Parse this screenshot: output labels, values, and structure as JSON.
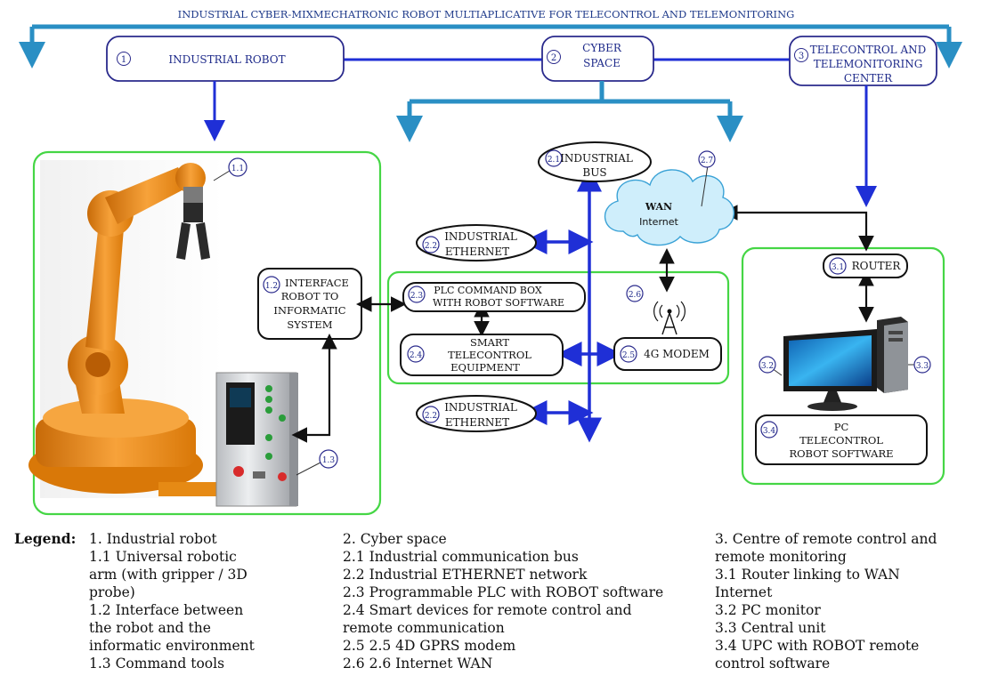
{
  "title": "INDUSTRIAL CYBER-MIXMECHATRONIC  ROBOT  MULTIAPLICATIVE FOR TELECONTROL AND TELEMONITORING",
  "colors": {
    "bus_blue": "#1f2fd6",
    "trunk_cyan": "#2a8fc4",
    "border_navy": "#2a2a8c",
    "frame_green": "#45d645",
    "robot_orange": "#f29018",
    "cloud": "#cfeefb"
  },
  "nodes": {
    "industrial_robot": {
      "num": "1",
      "label": "INDUSTRIAL ROBOT"
    },
    "cyber_space": {
      "num": "2",
      "line1": "CYBER",
      "line2": "SPACE"
    },
    "telecontrol_center": {
      "num": "3",
      "line1": "TELECONTROL AND",
      "line2": "TELEMONITORING",
      "line3": "CENTER"
    },
    "industrial_bus": {
      "num": "2.1",
      "line1": "INDUSTRIAL",
      "line2": "BUS"
    },
    "wan": {
      "num": "2.7",
      "line1": "WAN",
      "line2": "Internet"
    },
    "eth_top": {
      "num": "2.2",
      "line1": "INDUSTRIAL",
      "line2": "ETHERNET"
    },
    "eth_bottom": {
      "num": "2.2",
      "line1": "INDUSTRIAL",
      "line2": "ETHERNET"
    },
    "interface": {
      "num": "1.2",
      "line1": "INTERFACE",
      "line2": "ROBOT TO",
      "line3": "INFORMATIC",
      "line4": "SYSTEM"
    },
    "plc": {
      "num": "2.3",
      "line1": "PLC COMMAND BOX",
      "line2": "WITH ROBOT SOFTWARE"
    },
    "smart": {
      "num": "2.4",
      "line1": "SMART",
      "line2": "TELECONTROL",
      "line3": "EQUIPMENT"
    },
    "antenna": {
      "num": "2.6"
    },
    "modem": {
      "num": "2.5",
      "label": "4G  MODEM"
    },
    "router": {
      "num": "3.1",
      "label": "ROUTER"
    },
    "pc_sw": {
      "num": "3.4",
      "line1": "PC",
      "line2": "TELECONTROL",
      "line3": "ROBOT SOFTWARE"
    },
    "arm": {
      "num": "1.1"
    },
    "cabinet": {
      "num": "1.3"
    },
    "monitor": {
      "num": "3.2"
    },
    "tower": {
      "num": "3.3"
    }
  },
  "legend": {
    "heading": "Legend:",
    "col1": [
      "1.    Industrial robot",
      "1.1  Universal robotic",
      "arm (with gripper / 3D",
      "probe)",
      "1.2  Interface between",
      "the robot and the",
      "informatic environment",
      "1.3  Command tools"
    ],
    "col2": [
      "2.    Cyber space",
      "2.1  Industrial communication bus",
      "2.2  Industrial ETHERNET network",
      "2.3  Programmable PLC with ROBOT software",
      "2.4  Smart devices for remote control and",
      "remote communication",
      "2.5  2.5 4D GPRS modem",
      "2.6  2.6 Internet WAN"
    ],
    "col3": [
      "3. Centre of remote control and",
      "remote monitoring",
      "3.1 Router linking to WAN",
      "Internet",
      "3.2 PC monitor",
      "3.3 Central unit",
      "3.4 UPC with ROBOT remote",
      "control software"
    ]
  }
}
